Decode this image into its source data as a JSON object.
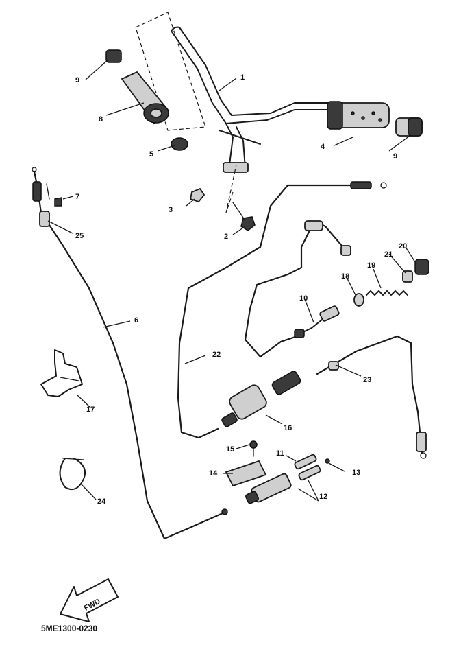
{
  "diagram": {
    "drawing_code": "5ME1300-0230",
    "fwd_arrow_text": "FWD",
    "callouts": [
      "1",
      "2",
      "3",
      "4",
      "5",
      "6",
      "7",
      "8",
      "9",
      "9",
      "10",
      "11",
      "12",
      "12",
      "13",
      "14",
      "15",
      "16",
      "17",
      "18",
      "19",
      "20",
      "21",
      "22",
      "23",
      "24",
      "25"
    ]
  }
}
